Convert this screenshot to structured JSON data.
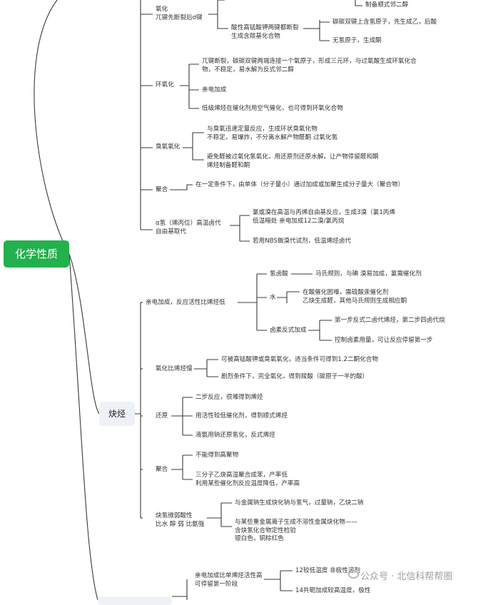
{
  "root": "化学性质",
  "alkene": {
    "oxidation": {
      "label": "氧化\n兀键先断裂后σ键",
      "top_leaf": "制备顺式邻二醇",
      "kmno4": "酸性高锰酸钾两键都断裂\n生成含羰基化合物",
      "kmno4_a": "碳碳双键上含氢原子，先生成乙，后酸",
      "kmno4_b": "无氢原子，生成酮"
    },
    "epox": {
      "label": "环氧化",
      "a": "兀键断裂，碳碳双键两端连接一个氧原子，形成三元环，与过氧酸生成环氧化合\n物，不稳定，易水解为反式邻二醇",
      "b": "亲电加成",
      "c": "低级烯烃在催化剂用空气催化，也可得到环氧化合物"
    },
    "ozone": {
      "label": "臭氧氧化",
      "a": "与臭氧迅速定量反应，生成环状臭氧化物\n不稳定，易爆炸，不分离水解产物醛酮 过氧化氢",
      "b": "避免醛被过氧化氢氧化，用还原剂还原水解，让产物停留醛和酮\n烯烃制备醛和酮"
    },
    "polym": {
      "label": "聚合",
      "a": "在一定条件下，由单体（分子量小）通过加成或加聚生成分子量大（聚合物）"
    },
    "alpha": {
      "label": "α氢（烯丙位）高温卤代\n自由基取代",
      "a": "氯或溴在高温与丙烯自由基反应，生成3溴（氯1丙烯\n低温暗处 亲电加成12二溴/氯丙烷",
      "b": "若用NBS做溴代试剂，低温烯烃卤代"
    }
  },
  "alkyne": {
    "label": "炔烃",
    "electro": {
      "label": "亲电加成，反应活性比烯烃低",
      "hx": "氢卤酸",
      "hx_a": "马氏规则，与碘 溴易加成，氯需催化剂",
      "water": "水",
      "water_a": "在酸催化困难，需硫酸汞催化剂\n乙炔生成醛，其他马氏规则生成相应酮",
      "halogen": "卤素反式加成",
      "halogen_a": "第一步反式二卤代烯烃，第二步四卤代烷",
      "halogen_b": "控制卤素用量，可让反应停留第一步"
    },
    "oxid": {
      "label": "氧化比烯烃慢",
      "a": "可被高锰酸钾或臭氧氧化，适当条件可得到1.2二酮化合物",
      "b": "剧烈条件下，完全氧化，得到羧酸（碳原子一半的酸）"
    },
    "reduce": {
      "label": "还原",
      "a": "二步反应，很难得到烯烃",
      "b": "用活性较低催化剂，得到顺式烯烃",
      "c": "液氨用钠还原氢化，反式烯烃"
    },
    "polym": {
      "label": "聚合",
      "a": "不能得到高聚物",
      "b": "三分子乙炔高温聚合成苯，产率低\n利用某些催化剂反应温度降低，产率高"
    },
    "acid": {
      "label": "炔氢微弱酸性\n比水 醇 弱 比氨强",
      "a": "与金属钠生成炔化钠与氢气，过量钠，乙炔二钠",
      "b": "与某些重金属离子生成不溶性金属炔化物——\n含炔氢化合物定性检验\n银白色，铜棕红色"
    }
  },
  "diene": {
    "label": "亲电加成比单烯烃活性高\n可停留第一阶段",
    "a": "12较低温度 非极性溶剂",
    "b": "14共轭加成较高温度，极性"
  },
  "watermark": "公众号 · 北信科帮帮圈",
  "colors": {
    "root": "#22b14c",
    "line": "#3a3a3a",
    "node": "#eef1f5"
  }
}
